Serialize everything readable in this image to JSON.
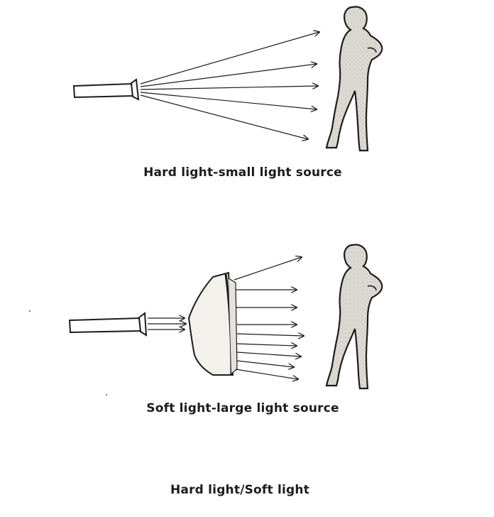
{
  "captions": {
    "hard": "Hard light-small light source",
    "soft": "Soft light-large light source",
    "title": "Hard light/Soft light"
  },
  "colors": {
    "ink": "#1c1c1c",
    "silhouette_fill": "#d9d6cf",
    "diffuser_fill": "#f2f1ec"
  }
}
